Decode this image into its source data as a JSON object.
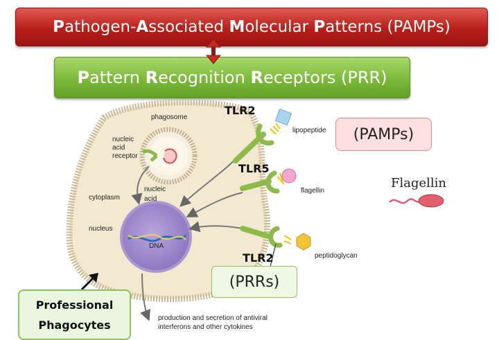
{
  "banners": {
    "pamp": {
      "segments": [
        {
          "b": "P",
          "t": "athogen-"
        },
        {
          "b": "A",
          "t": "ssociated "
        },
        {
          "b": "M",
          "t": "olecular "
        },
        {
          "b": "P",
          "t": "atterns (PAMPs)"
        }
      ]
    },
    "prr": {
      "segments": [
        {
          "b": "P",
          "t": "attern "
        },
        {
          "b": "R",
          "t": "ecognition "
        },
        {
          "b": "R",
          "t": "eceptors (PRR)"
        }
      ]
    }
  },
  "cell": {
    "phagosome": "phagosome",
    "nucleic_acid_receptor": [
      "nucleic",
      "acid",
      "receptor"
    ],
    "nucleic_acid": [
      "nucleic",
      "acid"
    ],
    "cytoplasm": "cytoplasm",
    "nucleus": "nucleus",
    "dna": "DNA",
    "output": [
      "production and secretion of antiviral",
      "interferons and other cytokines"
    ]
  },
  "receptors": [
    {
      "name": "TLR2",
      "ligand": "lipopeptide",
      "ligand_color": "#a9d4ef"
    },
    {
      "name": "TLR5",
      "ligand": "flagellin",
      "ligand_color": "#f3a6cf"
    },
    {
      "name": "TLR2",
      "ligand": "peptidoglycan",
      "ligand_color": "#f3c43a"
    }
  ],
  "callouts": {
    "pamps": "(PAMPs)",
    "prrs": "(PRRs)",
    "professional_phagocytes": [
      "Professional",
      "Phagocytes"
    ],
    "flagellin": "Flagellin"
  },
  "colors": {
    "pamp_banner": "#b81f1a",
    "prr_banner": "#7cba3a",
    "cell_fill": "#f3e8d0",
    "nucleus_fill": "#9a83c9",
    "receptor": "#8dbb4a"
  }
}
